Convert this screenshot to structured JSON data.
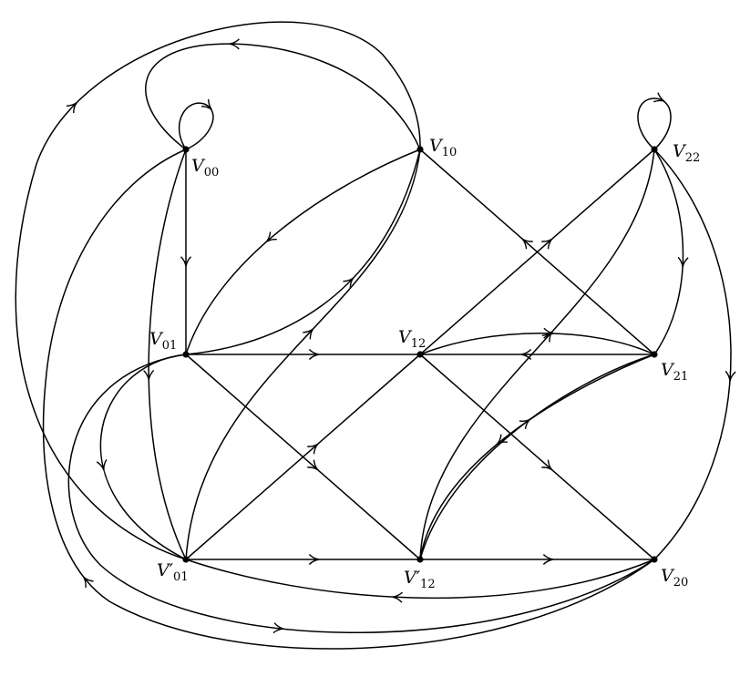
{
  "diagram": {
    "nodes": [
      {
        "id": "V00",
        "label": "V",
        "sub": "00"
      },
      {
        "id": "V10",
        "label": "V",
        "sub": "10"
      },
      {
        "id": "V22",
        "label": "V",
        "sub": "22"
      },
      {
        "id": "V01",
        "label": "V",
        "sub": "01"
      },
      {
        "id": "V12",
        "label": "V",
        "sub": "12"
      },
      {
        "id": "V21",
        "label": "V",
        "sub": "21"
      },
      {
        "id": "V01p",
        "label": "V′",
        "sub": "01"
      },
      {
        "id": "V12p",
        "label": "V′",
        "sub": "12"
      },
      {
        "id": "V20",
        "label": "V",
        "sub": "20"
      }
    ]
  }
}
